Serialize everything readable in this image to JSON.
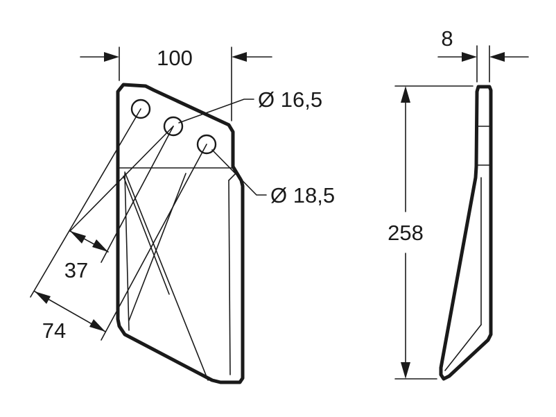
{
  "drawing": {
    "front_view": {
      "width_label": "100",
      "hole_small_label": "Ø 16,5",
      "hole_large_label": "Ø 18,5",
      "spacing_small_label": "37",
      "spacing_large_label": "74"
    },
    "side_view": {
      "thickness_label": "8",
      "height_label": "258"
    }
  }
}
